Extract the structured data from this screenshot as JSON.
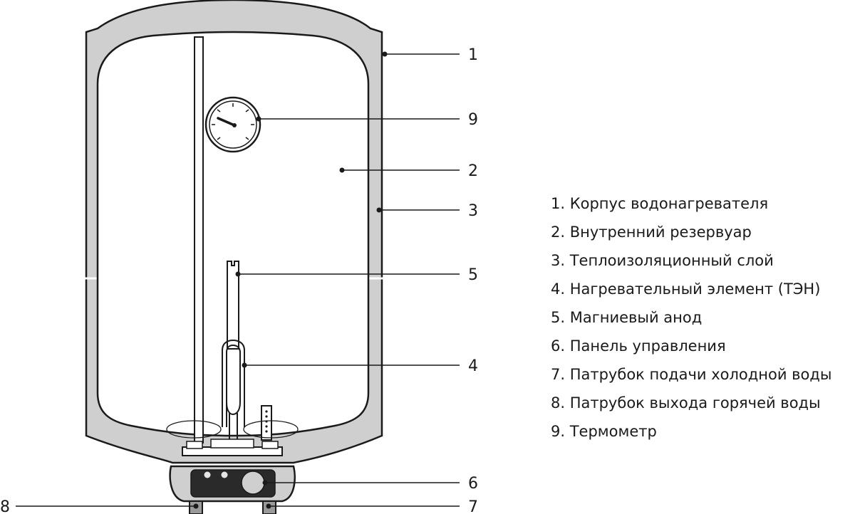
{
  "callouts": [
    {
      "id": "1",
      "label": "1"
    },
    {
      "id": "9",
      "label": "9"
    },
    {
      "id": "2",
      "label": "2"
    },
    {
      "id": "3",
      "label": "3"
    },
    {
      "id": "5",
      "label": "5"
    },
    {
      "id": "4",
      "label": "4"
    },
    {
      "id": "6",
      "label": "6"
    },
    {
      "id": "8",
      "label": "8"
    },
    {
      "id": "7",
      "label": "7"
    }
  ],
  "legend": [
    "1. Корпус водонагревателя",
    "2. Внутренний резервуар",
    "3. Теплоизоляционный слой",
    "4. Нагревательный элемент (ТЭН)",
    "5. Магниевый анод",
    "6. Панель управления",
    "7. Патрубок подачи холодной воды",
    "8. Патрубок выхода горячей воды",
    "9. Термометр"
  ],
  "colors": {
    "insulation": "#cfcfcf",
    "outline": "#1a1a1a",
    "panel": "#2a2a2a",
    "pipe": "#9a9a9a"
  }
}
